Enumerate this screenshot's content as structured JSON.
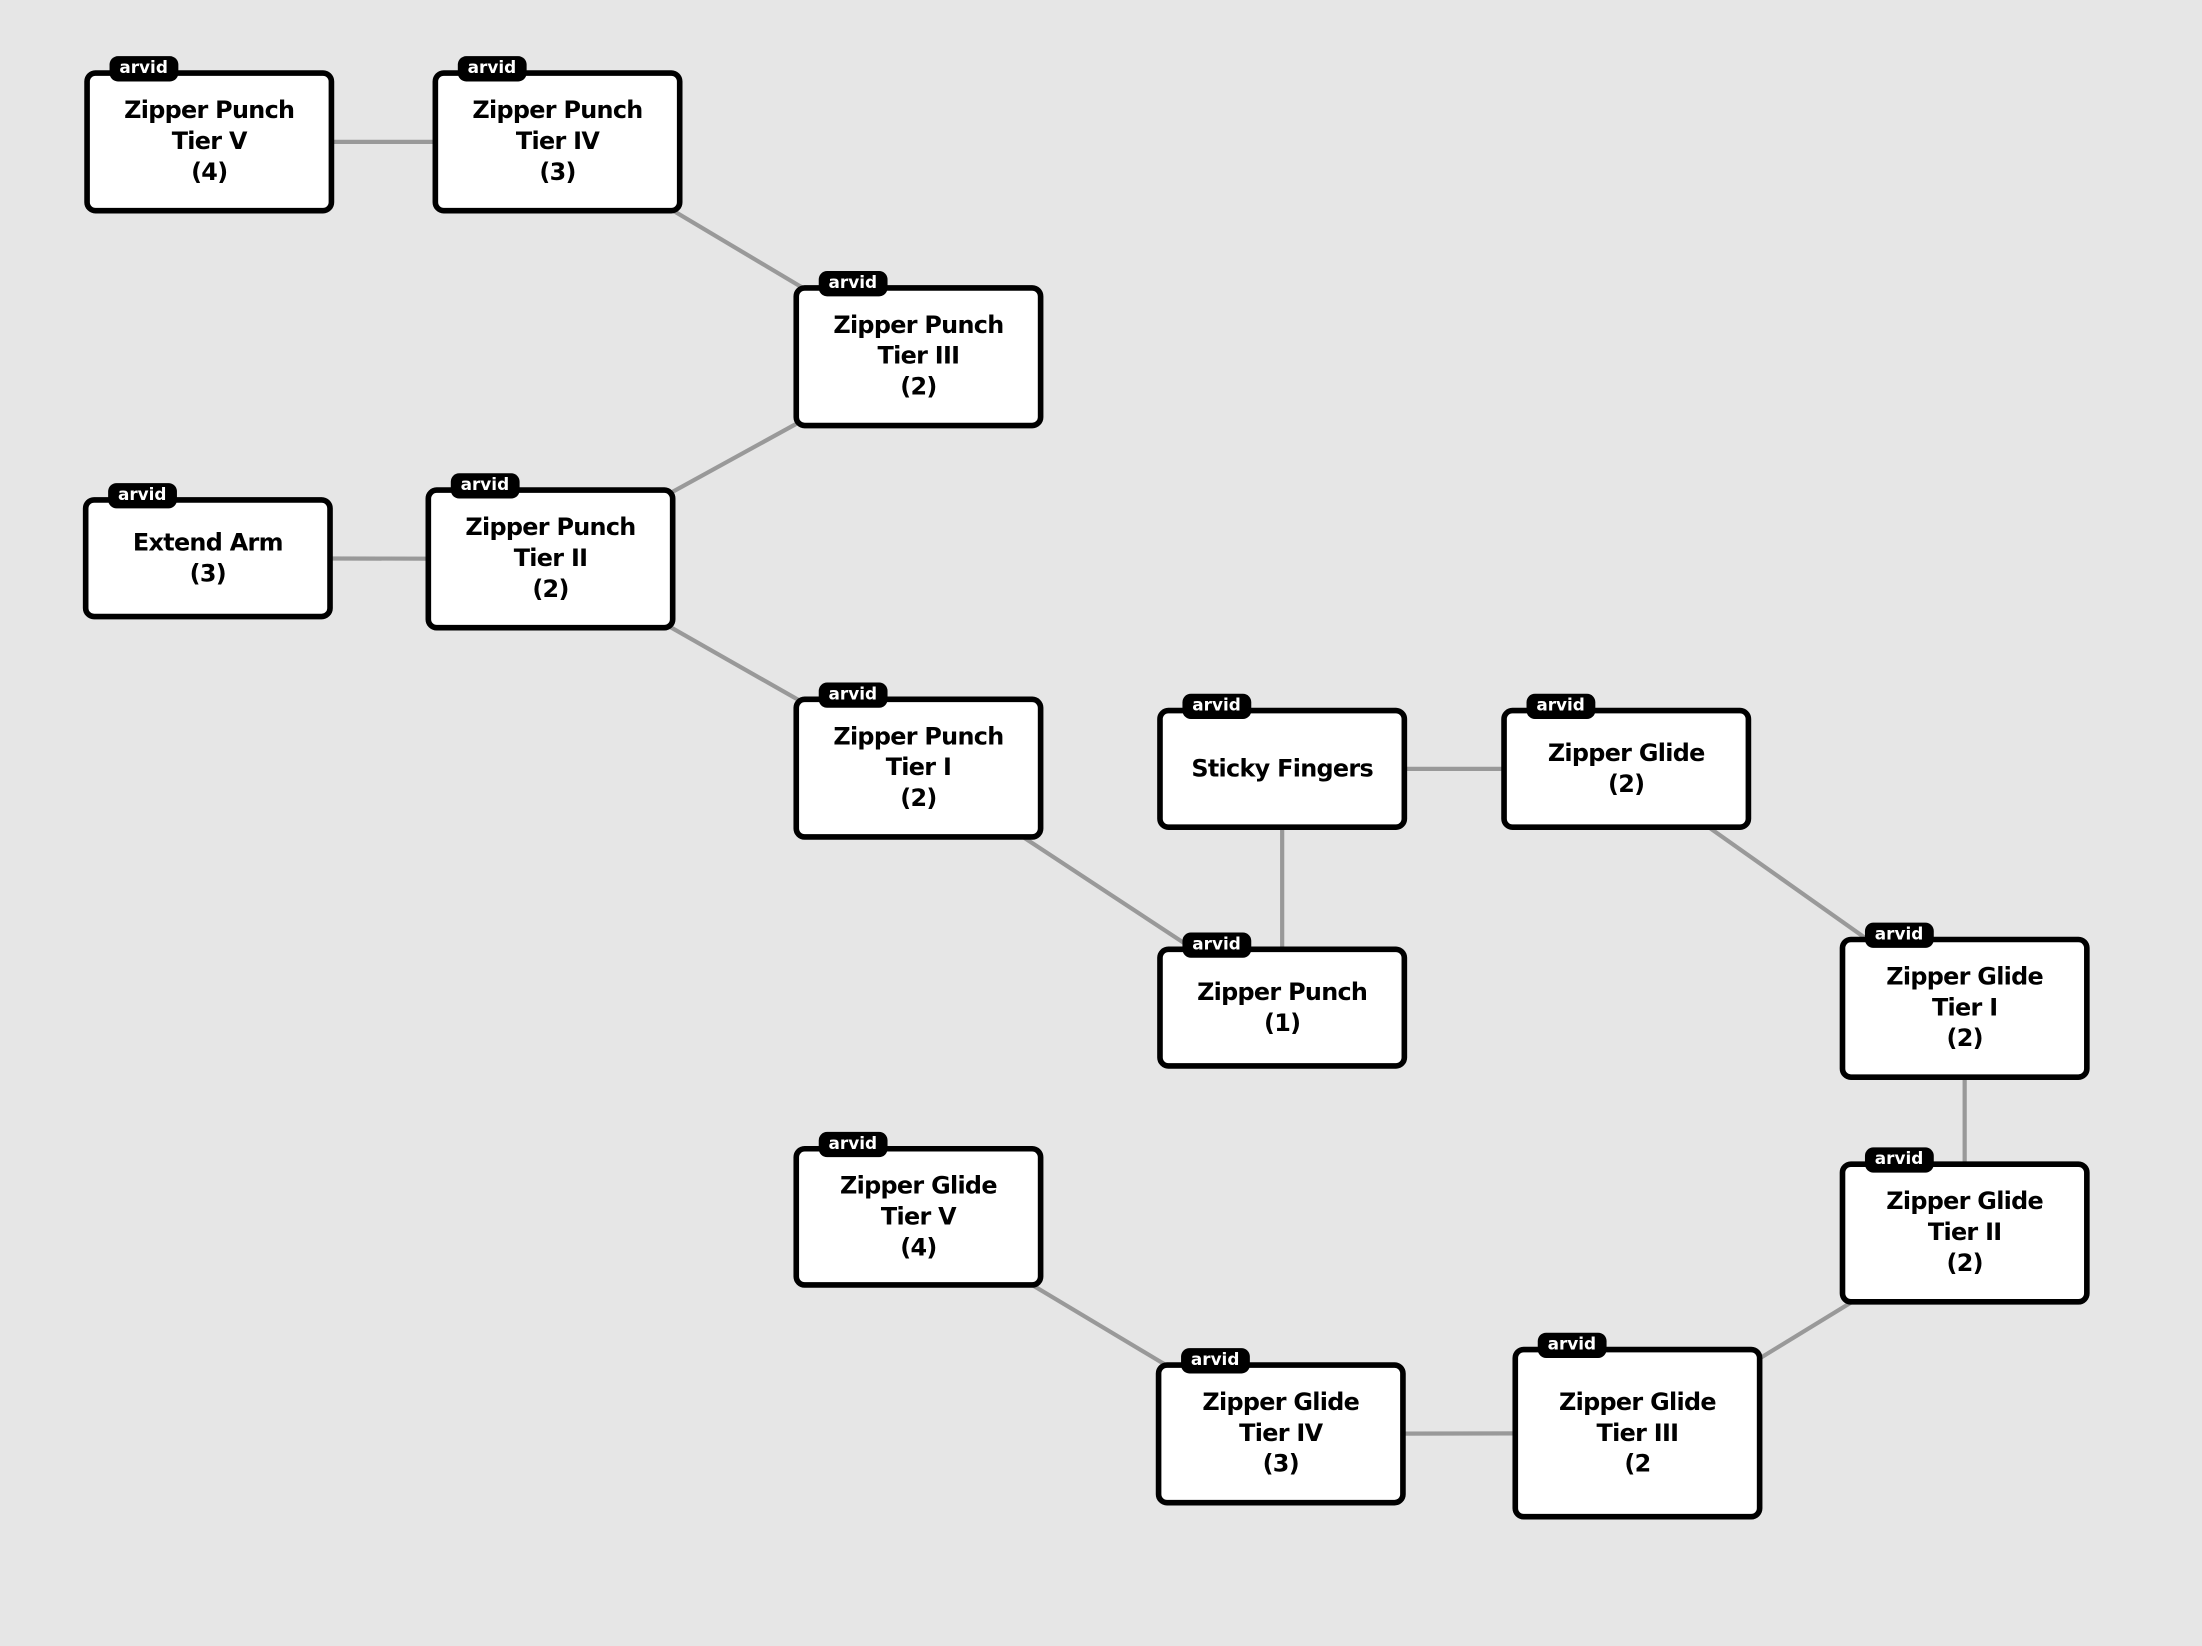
{
  "colors": {
    "background": "#e6e6e6",
    "edge": "#999999",
    "node_border": "#000000",
    "node_fill": "#ffffff"
  },
  "nodes": [
    {
      "id": "zp5",
      "tag": "arvid",
      "lines": [
        "Zipper Punch",
        "Tier V",
        "(4)"
      ]
    },
    {
      "id": "zp4",
      "tag": "arvid",
      "lines": [
        "Zipper Punch",
        "Tier IV",
        "(3)"
      ]
    },
    {
      "id": "zp3",
      "tag": "arvid",
      "lines": [
        "Zipper Punch",
        "Tier III",
        "(2)"
      ]
    },
    {
      "id": "ea",
      "tag": "arvid",
      "lines": [
        "Extend Arm",
        "(3)"
      ]
    },
    {
      "id": "zp2",
      "tag": "arvid",
      "lines": [
        "Zipper Punch",
        "Tier II",
        "(2)"
      ]
    },
    {
      "id": "zp1",
      "tag": "arvid",
      "lines": [
        "Zipper Punch",
        "Tier I",
        "(2)"
      ]
    },
    {
      "id": "sf",
      "tag": "arvid",
      "lines": [
        "Sticky Fingers"
      ]
    },
    {
      "id": "zg",
      "tag": "arvid",
      "lines": [
        "Zipper Glide",
        "(2)"
      ]
    },
    {
      "id": "zp",
      "tag": "arvid",
      "lines": [
        "Zipper Punch",
        "(1)"
      ]
    },
    {
      "id": "zg1",
      "tag": "arvid",
      "lines": [
        "Zipper Glide",
        "Tier I",
        "(2)"
      ]
    },
    {
      "id": "zg2",
      "tag": "arvid",
      "lines": [
        "Zipper Glide",
        "Tier II",
        "(2)"
      ]
    },
    {
      "id": "zg5",
      "tag": "arvid",
      "lines": [
        "Zipper Glide",
        "Tier V",
        "(4)"
      ]
    },
    {
      "id": "zg4",
      "tag": "arvid",
      "lines": [
        "Zipper Glide",
        "Tier IV",
        "(3)"
      ]
    },
    {
      "id": "zg3",
      "tag": "arvid",
      "lines": [
        "Zipper Glide",
        "Tier III",
        "(2"
      ]
    }
  ],
  "edges": [
    [
      "zp5",
      "zp4"
    ],
    [
      "zp4",
      "zp3"
    ],
    [
      "zp3",
      "zp2"
    ],
    [
      "ea",
      "zp2"
    ],
    [
      "zp2",
      "zp1"
    ],
    [
      "zp1",
      "zp"
    ],
    [
      "sf",
      "zp"
    ],
    [
      "sf",
      "zg"
    ],
    [
      "zg",
      "zg1"
    ],
    [
      "zg1",
      "zg2"
    ],
    [
      "zg2",
      "zg3"
    ],
    [
      "zg3",
      "zg4"
    ],
    [
      "zg4",
      "zg5"
    ]
  ]
}
